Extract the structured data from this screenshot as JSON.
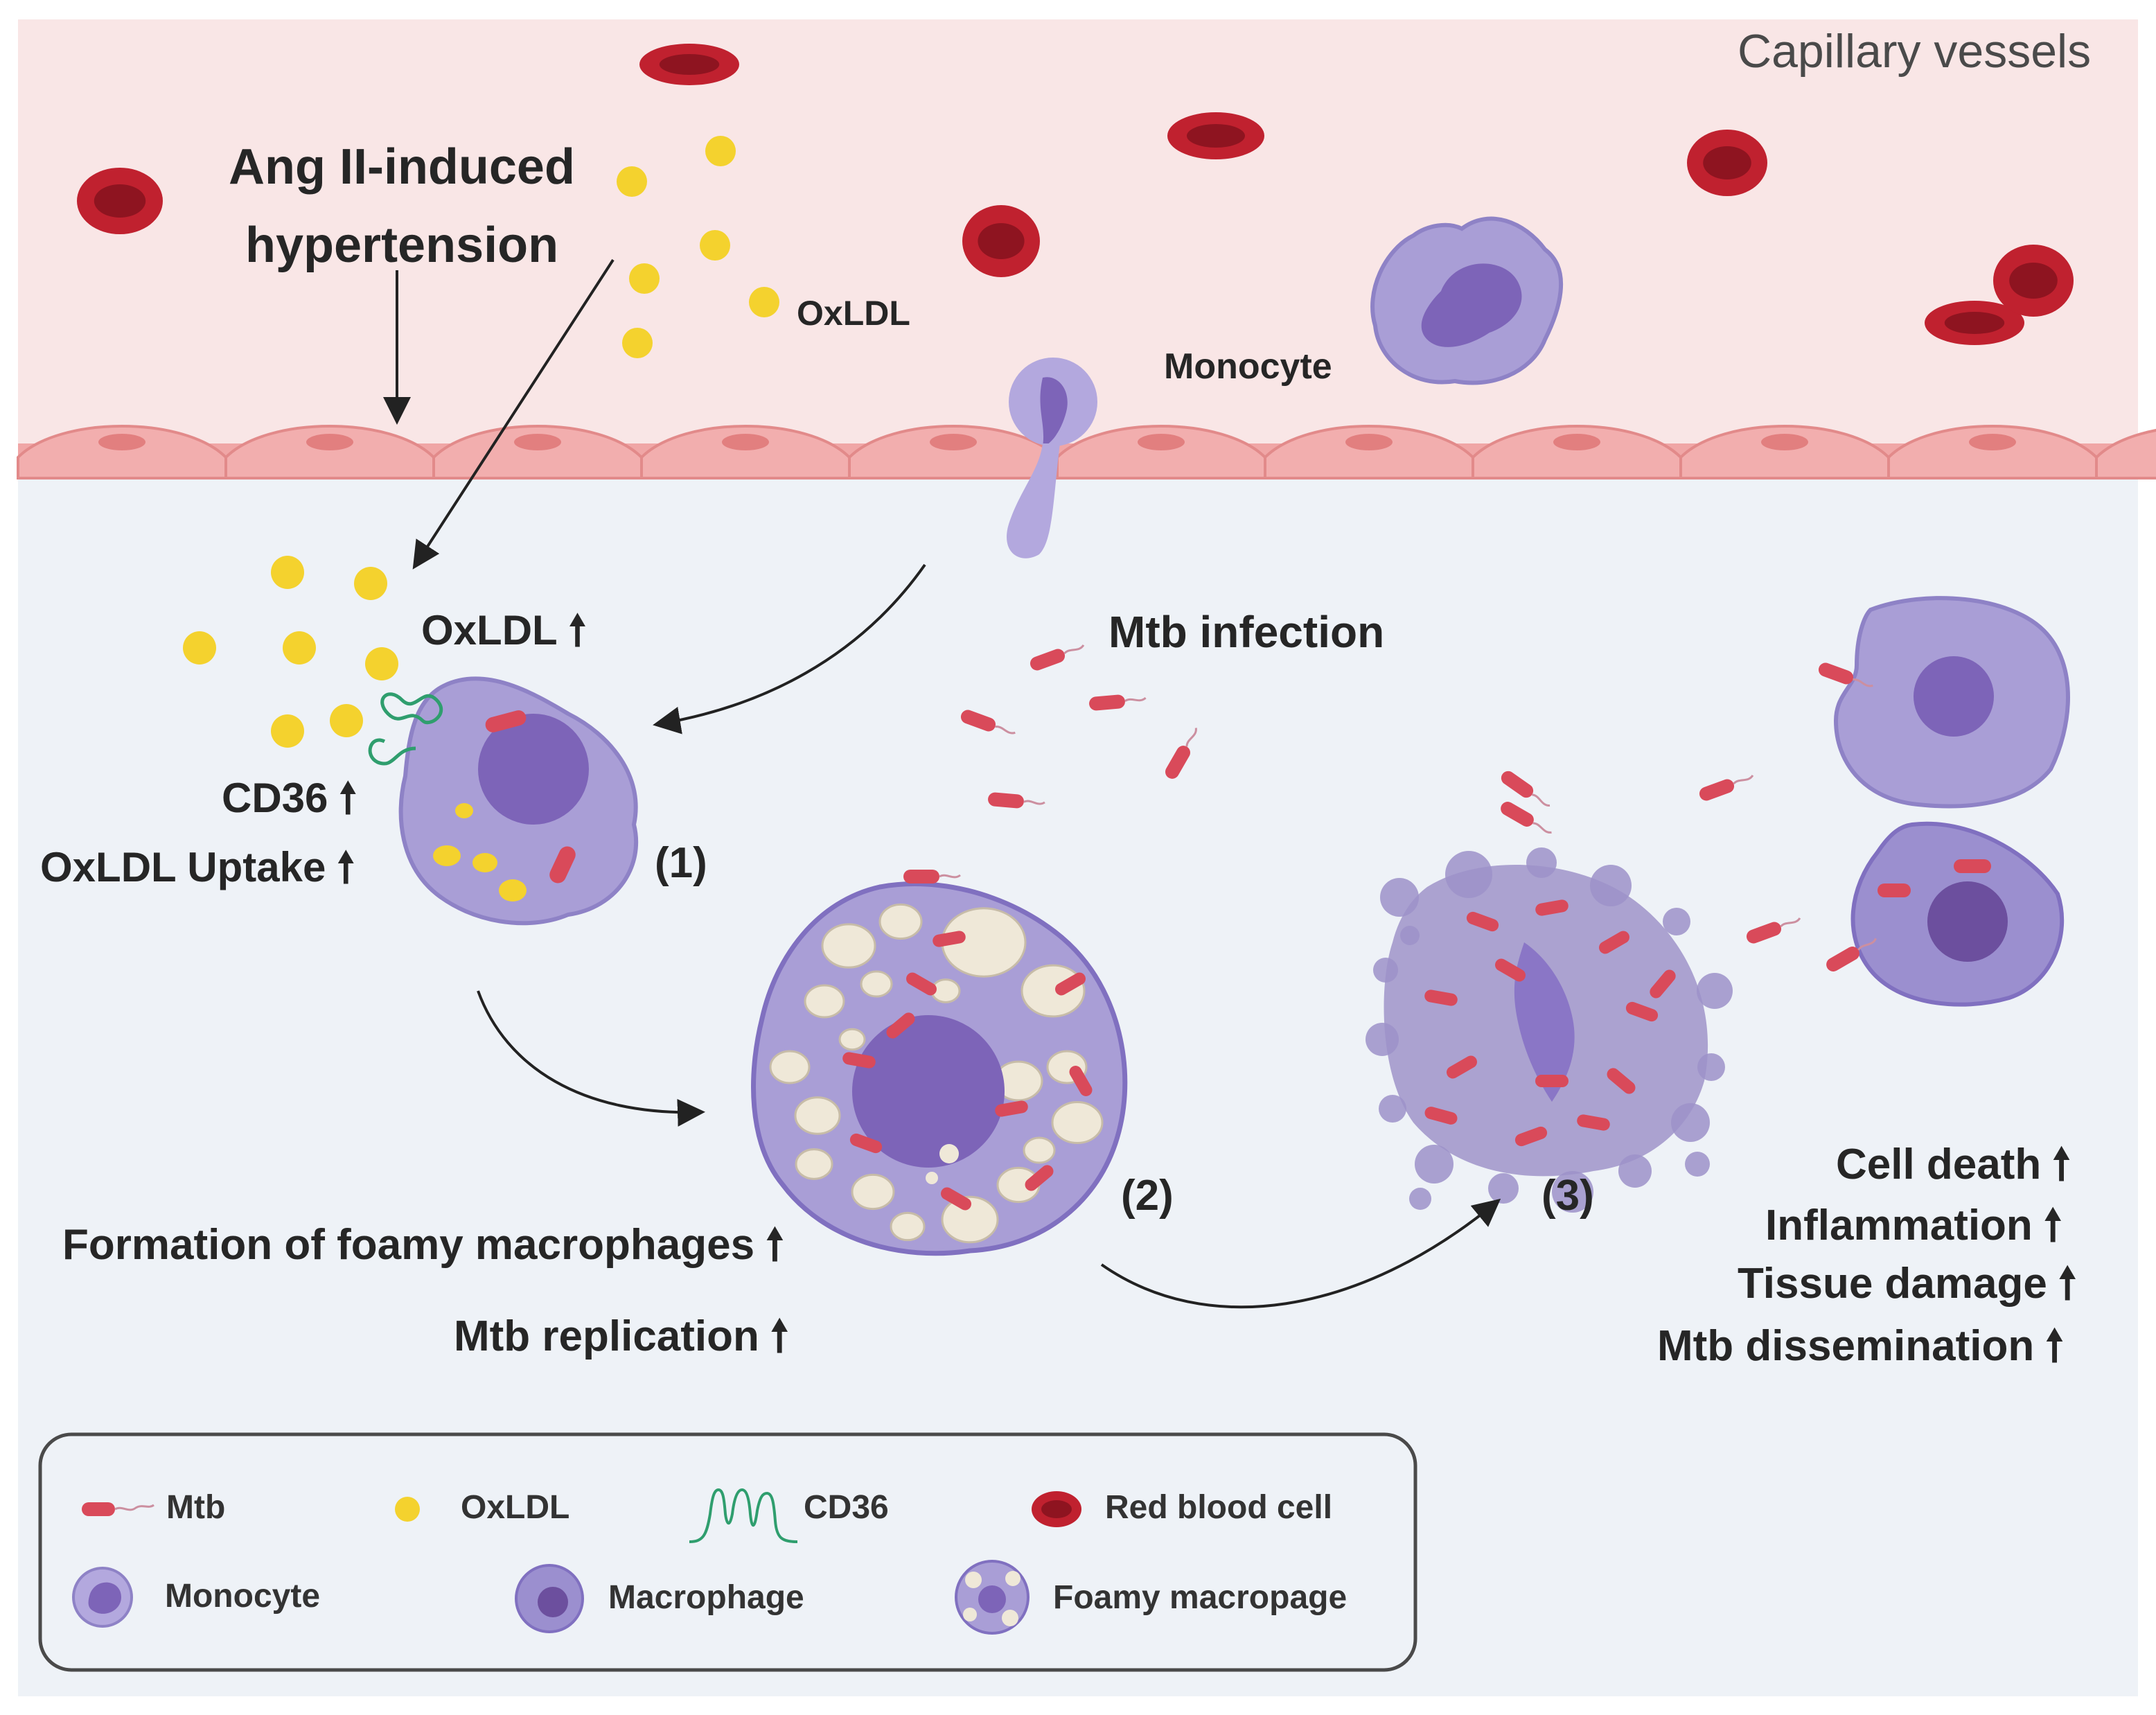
{
  "region_labels": {
    "capillary": "Capillary vessels"
  },
  "labels": {
    "ang_line1": "Ang II-induced",
    "ang_line2": "hypertension",
    "oxldl_blood": "OxLDL",
    "monocyte_blood": "Monocyte",
    "oxldl_up": "OxLDL",
    "mtb_infection": "Mtb infection",
    "cd36_up": "CD36",
    "oxldl_uptake_up": "OxLDL Uptake",
    "stage1": "(1)",
    "stage2": "(2)",
    "stage3": "(3)",
    "foamy_formation": "Formation of foamy macrophages",
    "mtb_replication": "Mtb replication",
    "cell_death": "Cell death",
    "inflammation": "Inflammation",
    "tissue_damage": "Tissue damage",
    "mtb_dissemination": "Mtb dissemination"
  },
  "up_arrow": "🠕",
  "legend": {
    "mtb": "Mtb",
    "oxldl": "OxLDL",
    "cd36": "CD36",
    "rbc": "Red blood cell",
    "monocyte": "Monocyte",
    "macrophage": "Macrophage",
    "foamy": "Foamy macropage"
  },
  "colors": {
    "capillary_bg": "#f9e6e6",
    "tissue_bg": "#eef2f7",
    "endothelium": "#f0a6a6",
    "rbc": "#c0212f",
    "oxldl": "#f4d22e",
    "cell_purple": "#9b8fcf",
    "nucleus": "#7a66bb",
    "mtb": "#d94a5a",
    "cd36": "#2f9e6e"
  }
}
